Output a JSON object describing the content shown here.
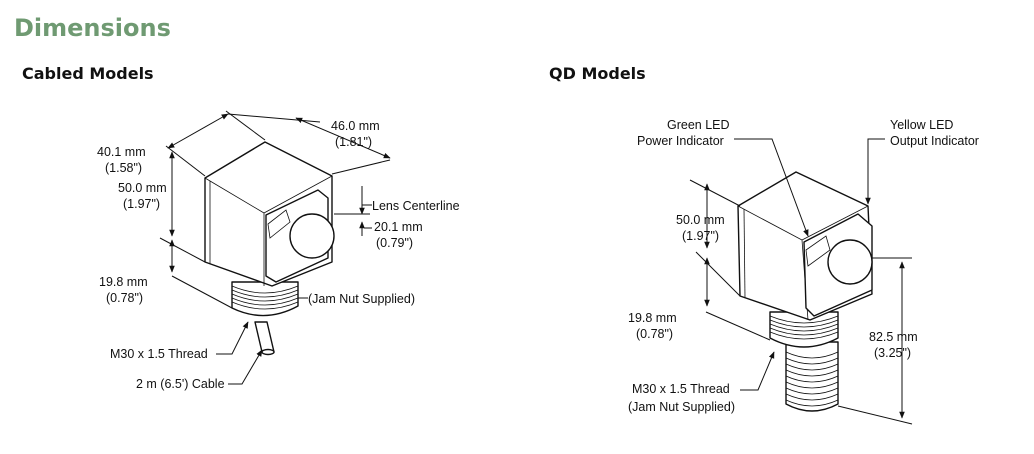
{
  "page": {
    "title": "Dimensions"
  },
  "cabled": {
    "title": "Cabled Models",
    "labels": {
      "width_mm": "40.1 mm",
      "width_in": "(1.58\")",
      "depth_mm": "46.0 mm",
      "depth_in": "(1.81\")",
      "height_mm": "50.0 mm",
      "height_in": "(1.97\")",
      "lens": "Lens Centerline",
      "lens_mm": "20.1 mm",
      "lens_in": "(0.79\")",
      "thread_len_mm": "19.8 mm",
      "thread_len_in": "(0.78\")",
      "jam_nut": "(Jam Nut Supplied)",
      "thread": "M30 x 1.5 Thread",
      "cable": "2 m (6.5') Cable"
    }
  },
  "qd": {
    "title": "QD Models",
    "labels": {
      "green_led_1": "Green LED",
      "green_led_2": "Power Indicator",
      "yellow_led_1": "Yellow LED",
      "yellow_led_2": "Output Indicator",
      "height_mm": "50.0 mm",
      "height_in": "(1.97\")",
      "thread_len_mm": "19.8 mm",
      "thread_len_in": "(0.78\")",
      "total_mm": "82.5 mm",
      "total_in": "(3.25\")",
      "thread_1": "M30 x 1.5 Thread",
      "thread_2": "(Jam Nut Supplied)"
    }
  }
}
